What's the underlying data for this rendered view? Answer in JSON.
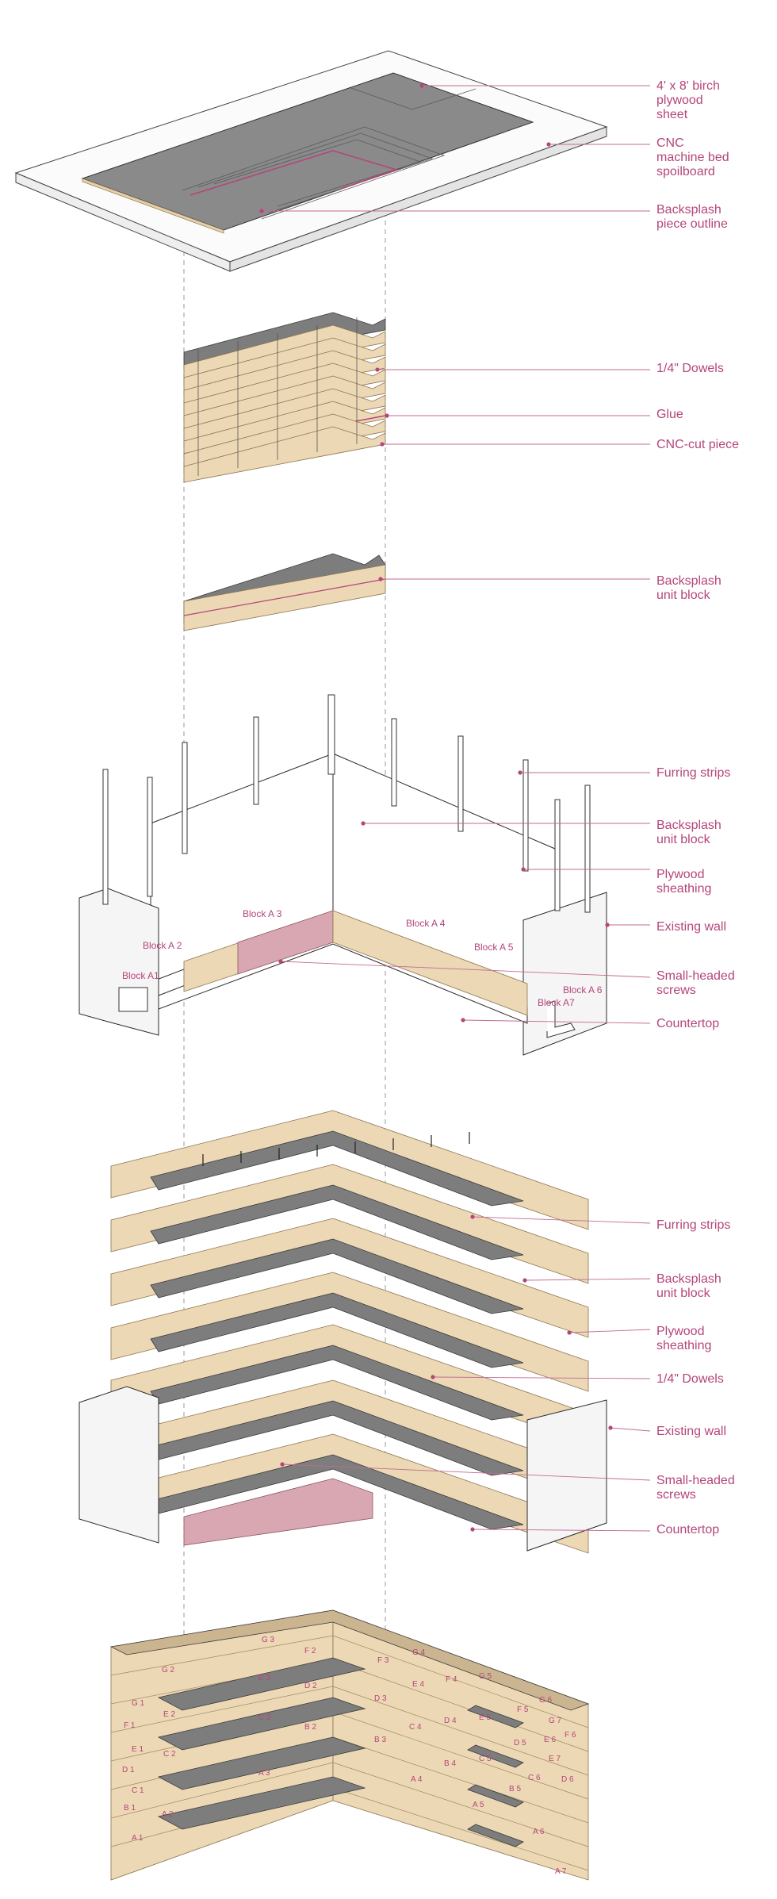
{
  "callouts": {
    "plywood_sheet": "4' x 8' birch\nplywood\nsheet",
    "spoilboard": "CNC\nmachine bed\nspoilboard",
    "piece_outline": "Backsplash\npiece outline",
    "dowels": "1/4\" Dowels",
    "glue": "Glue",
    "cnc_piece": "CNC-cut piece",
    "unit_block": "Backsplash\nunit block",
    "furring": "Furring strips",
    "unit_block_2": "Backsplash\nunit block",
    "sheathing": "Plywood\nsheathing",
    "existing_wall": "Existing wall",
    "screws": "Small-headed\nscrews",
    "countertop": "Countertop",
    "furring_b": "Furring strips",
    "unit_block_b": "Backsplash\nunit block",
    "sheathing_b": "Plywood\nsheathing",
    "dowels_b": "1/4\" Dowels",
    "existing_wall_b": "Existing wall",
    "screws_b": "Small-headed\nscrews",
    "countertop_b": "Countertop"
  },
  "block_labels": {
    "a1": "Block A1",
    "a2": "Block A 2",
    "a3": "Block A 3",
    "a4": "Block A 4",
    "a5": "Block A 5",
    "a6": "Block A 6",
    "a7": "Block A7"
  },
  "grid_labels": {
    "g3": "G 3",
    "f2": "F 2",
    "f3": "F 3",
    "g4": "G 4",
    "g5": "G 5",
    "g2": "G 2",
    "e3": "E 3",
    "d2": "D 2",
    "e4": "E 4",
    "f4": "F 4",
    "g6": "G 6",
    "g1": "G 1",
    "e2": "E 2",
    "f1": "F 1",
    "d3": "D 3",
    "f5": "F 5",
    "g7": "G 7",
    "e5": "E 5",
    "c3": "C 3",
    "b2": "B 2",
    "c4": "C 4",
    "d4": "D 4",
    "f6": "F 6",
    "e1": "E 1",
    "c2": "C 2",
    "b3": "B 3",
    "d5": "D 5",
    "e6": "E 6",
    "d1": "D 1",
    "b4": "B 4",
    "c5": "C 5",
    "e7": "E 7",
    "c1": "C 1",
    "a3": "A 3",
    "a4": "A 4",
    "c6": "C 6",
    "d6": "D 6",
    "b1": "B 1",
    "a2": "A 2",
    "b5": "B 5",
    "a5": "A 5",
    "a1": "A 1",
    "a6": "A 6",
    "a7": "A 7"
  }
}
